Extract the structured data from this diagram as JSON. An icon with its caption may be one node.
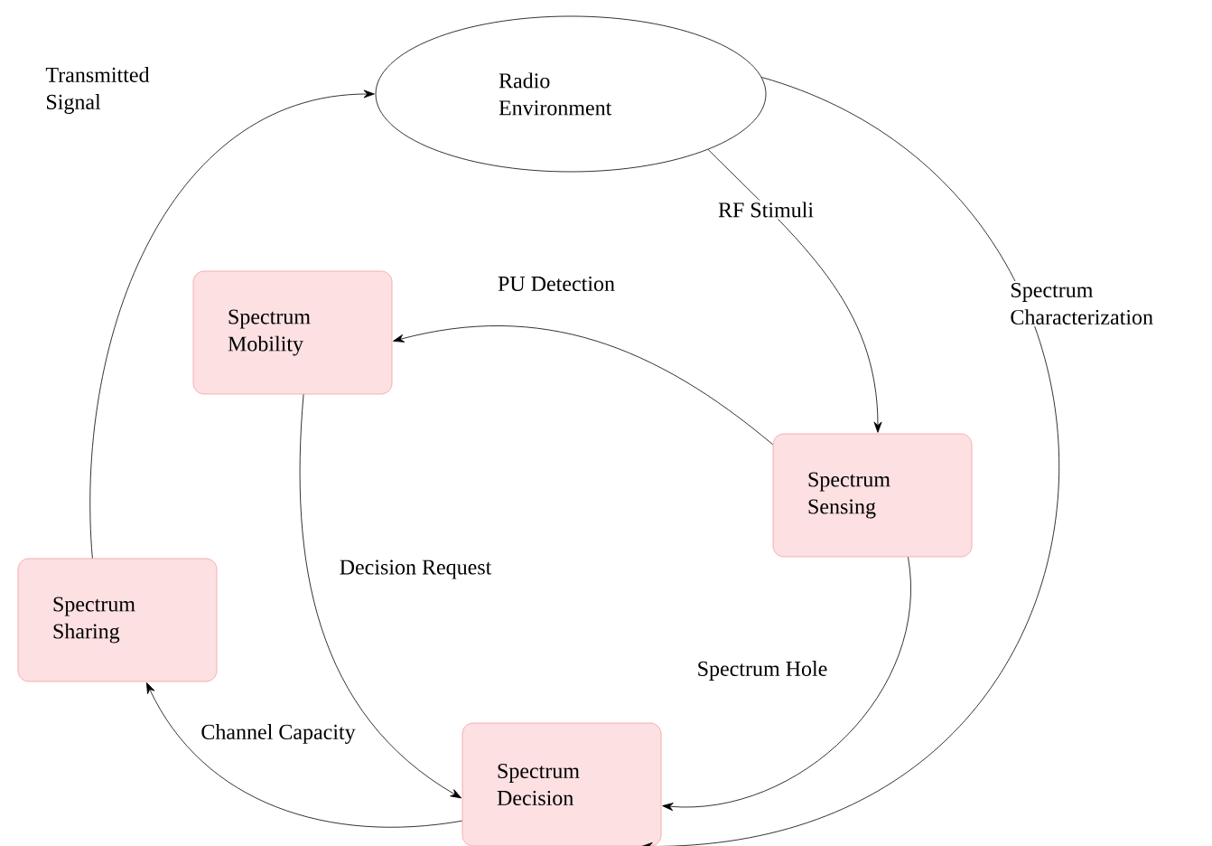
{
  "diagram": {
    "nodes": [
      {
        "text": [
          "Radio Environment"
        ]
      },
      {
        "text": [
          "Spectrum Mobility"
        ]
      },
      {
        "text": [
          "Spectrum Sensing"
        ]
      },
      {
        "text": [
          "Spectrum Sharing"
        ]
      },
      {
        "text": [
          "Spectrum Decision"
        ]
      }
    ],
    "edges": [
      {
        "from": 0,
        "to": 2,
        "arrow": "to",
        "label": "RF Stimuli"
      },
      {
        "from": 2,
        "to": 1,
        "arrow": "to",
        "label": "PU Detection"
      },
      {
        "from": 1,
        "to": 4,
        "arrow": "to",
        "label": "Decision Request"
      },
      {
        "from": 2,
        "to": 4,
        "arrow": "to",
        "label": "Spectrum Hole"
      },
      {
        "from": 0,
        "to": 4,
        "arrow": "to",
        "label": "Spectrum Characterization"
      },
      {
        "from": 4,
        "to": 3,
        "arrow": "to",
        "label": "Channel Capacity"
      },
      {
        "from": 3,
        "to": 0,
        "arrow": "to",
        "label": "Transmitted Signal"
      }
    ]
  }
}
